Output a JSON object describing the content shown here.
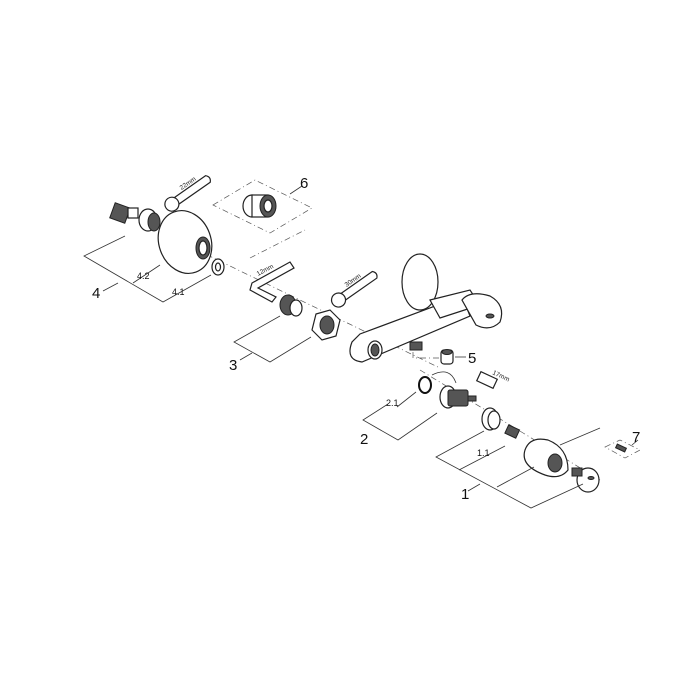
{
  "labels": {
    "p1": "1",
    "p1_1": "1.1",
    "p2": "2",
    "p2_1": "2.1",
    "p3": "3",
    "p4": "4",
    "p4_1": "4.1",
    "p4_2": "4.2",
    "p5": "5",
    "p6": "6",
    "p7": "7"
  },
  "tools": {
    "wrench_a": "22mm",
    "hex_key": "12mm",
    "wrench_b": "30mm",
    "socket": "17mm"
  }
}
